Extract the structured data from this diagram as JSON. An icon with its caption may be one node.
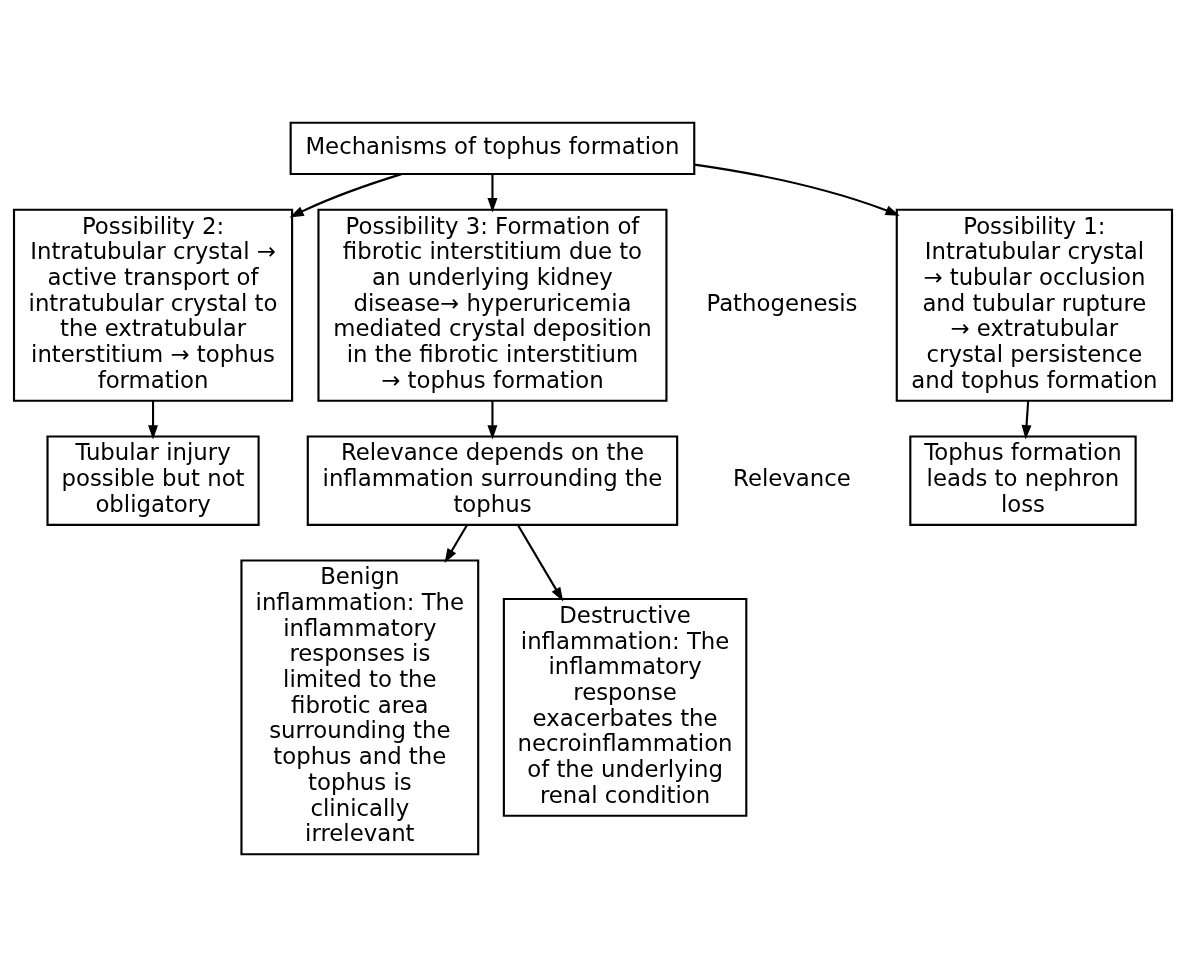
{
  "diagram": {
    "nodes": [
      {
        "text": [
          "Mechanisms of tophus formation"
        ]
      },
      {
        "text": [
          "Possibility 1: Intratubular crystal → tubular occlusion and tubular rupture → extratubular crystal persistence and tophus formation"
        ]
      },
      {
        "text": [
          "Possibility 2: Intratubular crystal → active transport of intratubular crystal to the extratubular interstitium → tophus formation"
        ]
      },
      {
        "text": [
          "Possibility 3: Formation of fibrotic interstitium due to an underlying kidney disease→ hyperuricemia mediated crystal deposition in the fibrotic interstitium → tophus formation"
        ]
      },
      {
        "text": [
          "Tophus formation leads to nephron loss"
        ]
      },
      {
        "text": [
          "Tubular injury possible but not obligatory"
        ]
      },
      {
        "text": [
          "Relevance depends on the inflammation surrounding the tophus"
        ]
      },
      {
        "text": [
          "Benign inflammation: The inflammatory responses is limited to the fibrotic area surrounding the tophus and the tophus is clinically irrelevant"
        ]
      },
      {
        "text": [
          "Destructive inflammation: The inflammatory response exacerbates the necroinflammation of the underlying renal condition"
        ]
      }
    ],
    "edges": [
      {
        "from": 0,
        "to": 1,
        "arrow": "to"
      },
      {
        "from": 0,
        "to": 2,
        "arrow": "to"
      },
      {
        "from": 0,
        "to": 3,
        "arrow": "to"
      },
      {
        "from": 1,
        "to": 4,
        "arrow": "to"
      },
      {
        "from": 2,
        "to": 5,
        "arrow": "to"
      },
      {
        "from": 3,
        "to": 6,
        "arrow": "to"
      },
      {
        "from": 6,
        "to": 7,
        "arrow": "to"
      },
      {
        "from": 6,
        "to": 8,
        "arrow": "to"
      }
    ],
    "labels": [
      "Pathogenesis",
      "Relevance"
    ]
  }
}
